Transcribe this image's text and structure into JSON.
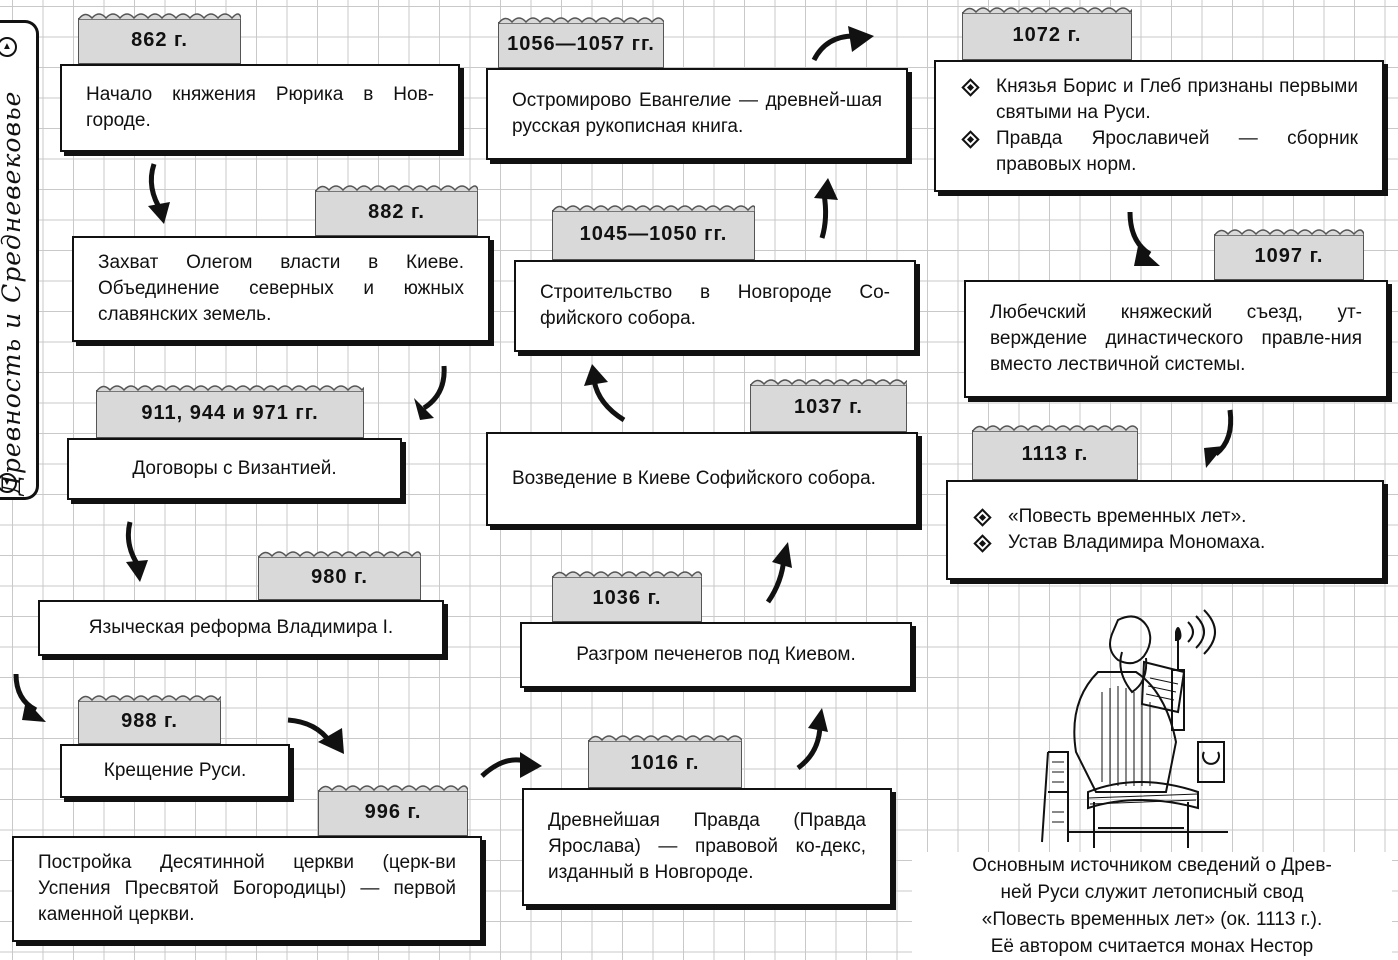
{
  "side": {
    "title": "Древность  и  Средневековье"
  },
  "events": {
    "e862": {
      "date": "862 г.",
      "text": "Начало княжения Рюрика в Нов-городе."
    },
    "e882": {
      "date": "882 г.",
      "text": "Захват Олегом власти в Киеве. Объединение северных и южных славянских земель."
    },
    "e911": {
      "date": "911, 944 и 971 гг.",
      "text": "Договоры с Византией."
    },
    "e980": {
      "date": "980 г.",
      "text": "Языческая реформа Владимира I."
    },
    "e988": {
      "date": "988 г.",
      "text": "Крещение Руси."
    },
    "e996": {
      "date": "996 г.",
      "text": "Постройка Десятинной церкви (церк-ви Успения Пресвятой Богородицы) — первой каменной церкви."
    },
    "e1016": {
      "date": "1016 г.",
      "text": "Древнейшая Правда (Правда Ярослава) — правовой ко-декс, изданный в Новгороде."
    },
    "e1036": {
      "date": "1036 г.",
      "text": "Разгром печенегов под Киевом."
    },
    "e1037": {
      "date": "1037 г.",
      "text": "Возведение в Киеве Софийского собора."
    },
    "e1045": {
      "date": "1045—1050 гг.",
      "text": "Строительство в Новгороде Со-фийского собора."
    },
    "e1056": {
      "date": "1056—1057 гг.",
      "text": "Остромирово Евангелие — древней-шая русская рукописная книга."
    },
    "e1072": {
      "date": "1072 г.",
      "items": [
        "Князья Борис и Глеб признаны первыми святыми на Руси.",
        "Правда Ярославичей — сборник правовых норм."
      ]
    },
    "e1097": {
      "date": "1097 г.",
      "text": "Любечский княжеский съезд, ут-верждение династического правле-ния вместо лествичной системы."
    },
    "e1113": {
      "date": "1113 г.",
      "items": [
        "«Повесть временных лет».",
        "Устав Владимира Мономаха."
      ]
    }
  },
  "caption": {
    "line1": "Основным источником сведений о Древ-",
    "line2": "ней Руси служит летописный свод",
    "line3": "«Повесть временных лет» (ок. 1113 г.).",
    "line4": "Её автором считается монах Нестор"
  }
}
